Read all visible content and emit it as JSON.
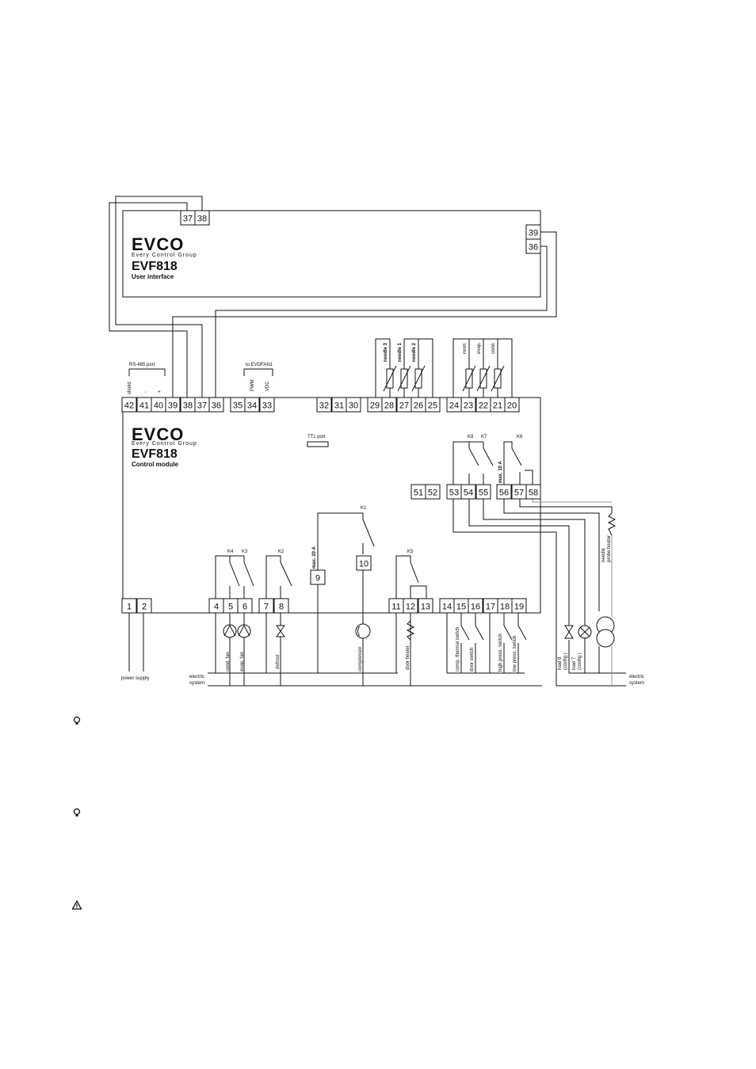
{
  "ui_panel": {
    "brand": "EVCO",
    "tagline": "Every Control Group",
    "model": "EVF818",
    "subtitle": "User interface",
    "terminals_top": [
      "37",
      "38"
    ],
    "terminals_right": [
      "39",
      "36"
    ]
  },
  "control_module": {
    "brand": "EVCO",
    "tagline": "Every Control Group",
    "model": "EVF818",
    "subtitle": "Control module",
    "ttl_port": "TTL port",
    "top_terminals": [
      "42",
      "41",
      "40",
      "39",
      "38",
      "37",
      "36",
      "35",
      "34",
      "33",
      "32",
      "31",
      "30",
      "29",
      "28",
      "27",
      "26",
      "25",
      "24",
      "23",
      "22",
      "21",
      "20"
    ],
    "mid_terminals": [
      "51",
      "52",
      "53",
      "54",
      "55",
      "56",
      "57",
      "58"
    ],
    "bottom_terminals": [
      "1",
      "2",
      "4",
      "5",
      "6",
      "7",
      "8",
      "11",
      "12",
      "13",
      "14",
      "15",
      "16",
      "17",
      "18",
      "19"
    ],
    "relay_terminals": [
      "9",
      "10"
    ]
  },
  "labels": {
    "rs485": "RS-485 port",
    "shield": "shield",
    "minus": "-",
    "plus": "+",
    "evdfan": "to EVDFAN1",
    "pwm": "PWM",
    "vdc": "VDC",
    "needle3": "needle 3",
    "needle1": "needle 1",
    "needle2": "needle 2",
    "room": "room",
    "evap": "evap.",
    "cond": "cond.",
    "k8": "K8",
    "k7": "K7",
    "k6": "K6",
    "max10": "max. 10 A",
    "k1": "K1",
    "max20": "max. 20 A",
    "k4": "K4",
    "k3": "K3",
    "k2": "K2",
    "k5": "K5",
    "power_supply": "power supply",
    "cond_fan": "cond. fan",
    "evap_fan": "evap. fan",
    "defrost": "defrost",
    "compressor": "compressor",
    "door_heater": "door heater",
    "comp_thermal": "comp. thermal switch",
    "door_switch": "door switch",
    "high_press": "high press. switch",
    "low_press": "low press. switch",
    "electric_system_left_1": "electric",
    "electric_system_left_2": "system",
    "electric_system_right_1": "electric",
    "electric_system_right_2": "system",
    "load8_1": "load 8",
    "load8_2": "(config.)",
    "load7_1": "load 7",
    "load7_2": "(config.)",
    "needle_heater_1": "needle",
    "needle_heater_2": "probe heater"
  },
  "notes": [
    {
      "icon": "lightbulb-icon"
    },
    {
      "icon": "lightbulb-icon"
    },
    {
      "icon": "warning-icon"
    }
  ]
}
